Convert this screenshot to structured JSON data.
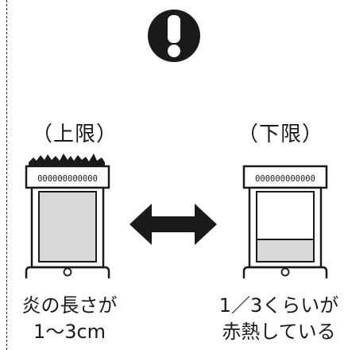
{
  "left": {
    "heading": "（上限）",
    "grille_digits": "000000000000",
    "caption_line1": "炎の長さが",
    "caption_line2": "1～3cm"
  },
  "right": {
    "heading": "（下限）",
    "grille_digits": "000000000000",
    "caption_line1": "1／3くらいが",
    "caption_line2": "赤熱している"
  },
  "icons": {
    "warning": "exclamation-circle-icon",
    "arrow": "double-headed-arrow-icon",
    "flame": "flame-icon"
  },
  "colors": {
    "ink": "#1a1a1a",
    "glow": "#d9d9d9"
  }
}
